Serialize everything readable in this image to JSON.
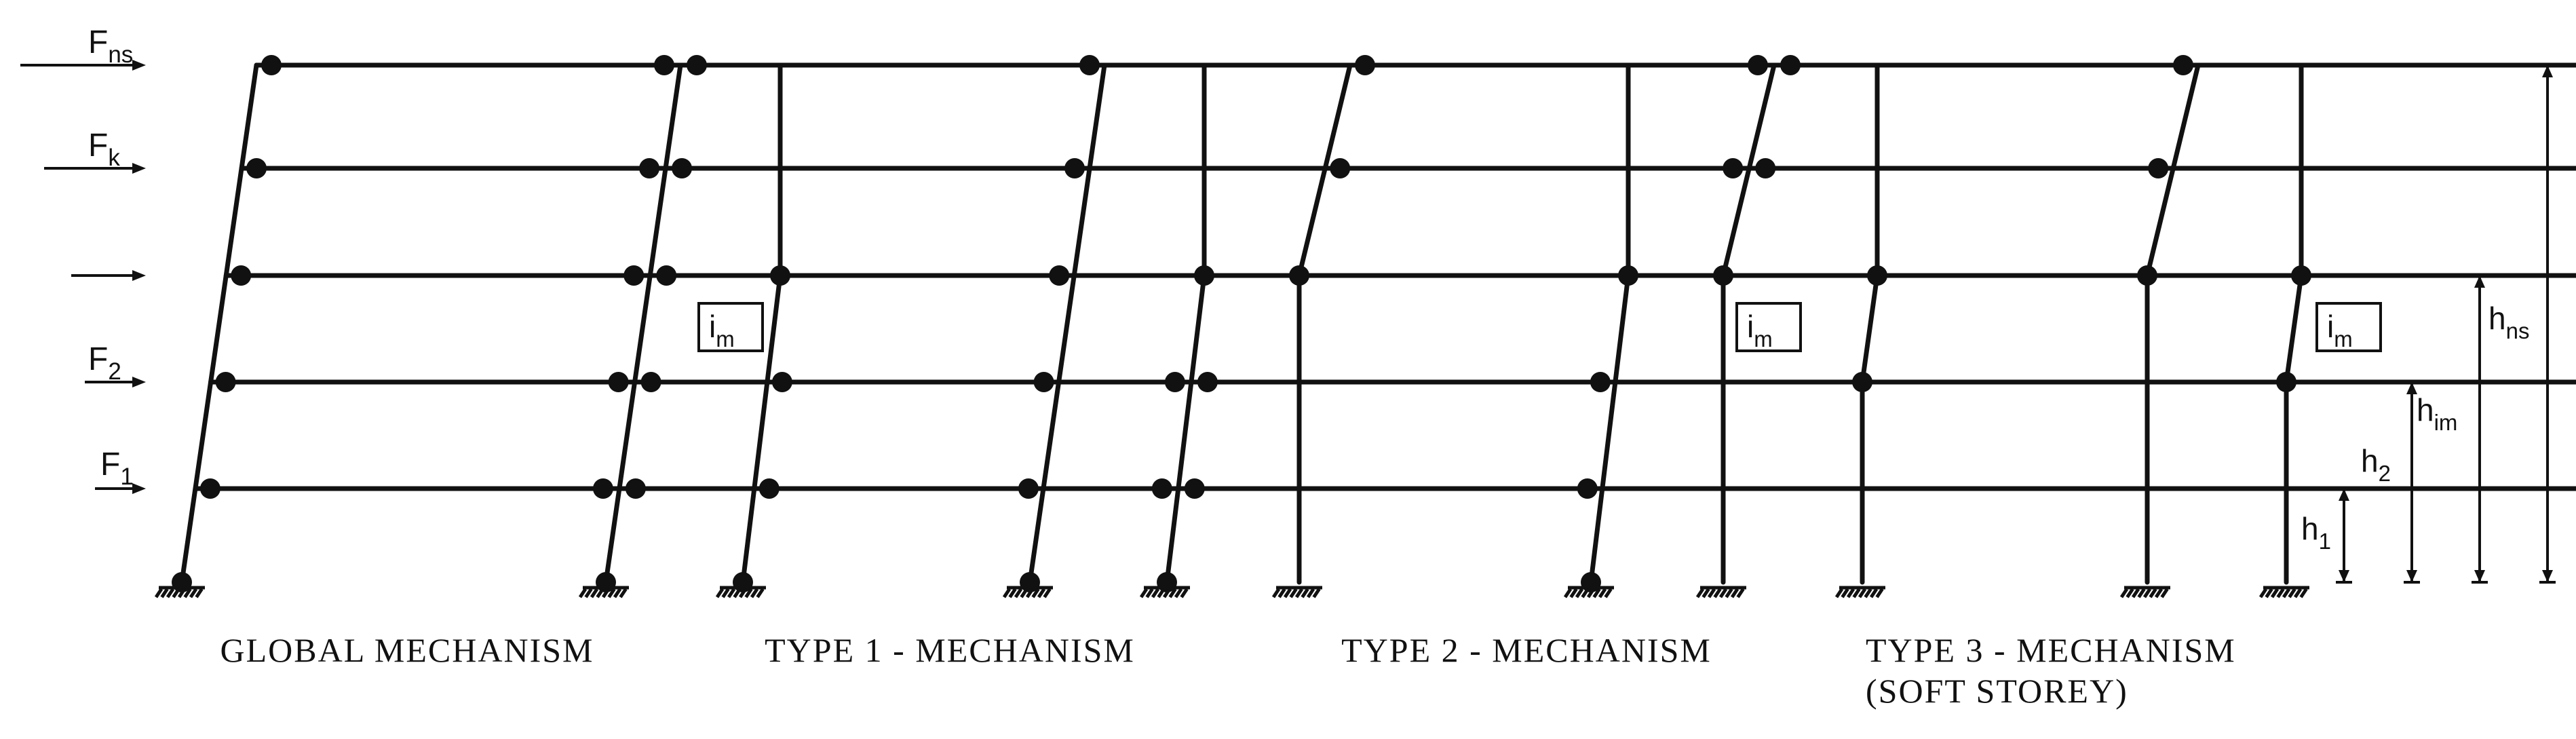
{
  "load_labels": [
    {
      "id": "fns",
      "main": "F",
      "sub": "ns"
    },
    {
      "id": "fk",
      "main": "F",
      "sub": "k"
    },
    {
      "id": "blank",
      "main": "",
      "sub": ""
    },
    {
      "id": "f2",
      "main": "F",
      "sub": "2"
    },
    {
      "id": "f1",
      "main": "F",
      "sub": "1"
    }
  ],
  "panels": [
    {
      "id": "global",
      "caption": [
        "GLOBAL MECHANISM"
      ],
      "im_label": null
    },
    {
      "id": "type1",
      "caption": [
        "TYPE 1 - MECHANISM"
      ],
      "im_label": {
        "main": "i",
        "sub": "m"
      }
    },
    {
      "id": "type2",
      "caption": [
        "TYPE 2 - MECHANISM"
      ],
      "im_label": {
        "main": "i",
        "sub": "m"
      }
    },
    {
      "id": "type3",
      "caption": [
        "TYPE 3 - MECHANISM",
        "(SOFT STOREY)"
      ],
      "im_label": {
        "main": "i",
        "sub": "m"
      }
    }
  ],
  "height_labels": [
    {
      "id": "h1",
      "main": "h",
      "sub": "1"
    },
    {
      "id": "h2",
      "main": "h",
      "sub": "2"
    },
    {
      "id": "him",
      "main": "h",
      "sub": "im"
    },
    {
      "id": "hns",
      "main": "h",
      "sub": "ns"
    }
  ]
}
